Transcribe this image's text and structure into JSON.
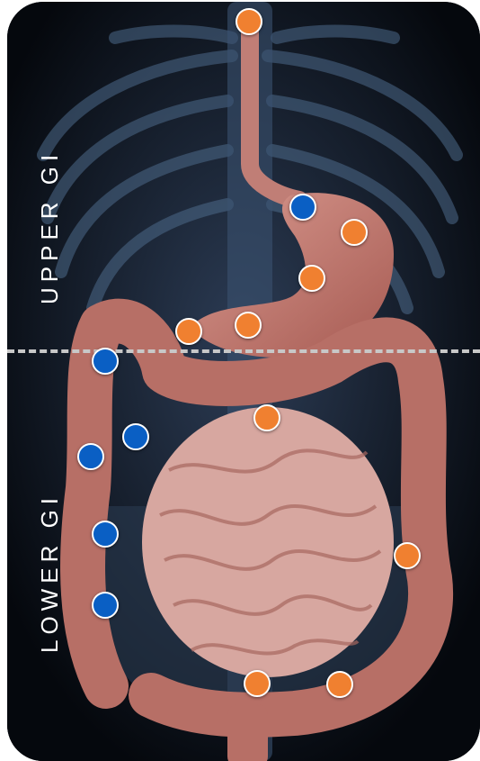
{
  "labels": {
    "upper": "UPPER GI",
    "lower": "LOWER GI"
  },
  "colors": {
    "orange_marker": "#f08030",
    "blue_marker": "#0a5fc4",
    "organ_pink": "#c98077",
    "divider": "#c8c8c8"
  },
  "markers": [
    {
      "region": "upper",
      "color": "orange"
    },
    {
      "region": "upper",
      "color": "blue"
    },
    {
      "region": "upper",
      "color": "orange"
    },
    {
      "region": "upper",
      "color": "orange"
    },
    {
      "region": "upper",
      "color": "orange"
    },
    {
      "region": "upper",
      "color": "orange"
    },
    {
      "region": "lower",
      "color": "blue"
    },
    {
      "region": "lower",
      "color": "orange"
    },
    {
      "region": "lower",
      "color": "blue"
    },
    {
      "region": "lower",
      "color": "blue"
    },
    {
      "region": "lower",
      "color": "blue"
    },
    {
      "region": "lower",
      "color": "orange"
    },
    {
      "region": "lower",
      "color": "blue"
    },
    {
      "region": "lower",
      "color": "orange"
    },
    {
      "region": "lower",
      "color": "orange"
    }
  ]
}
